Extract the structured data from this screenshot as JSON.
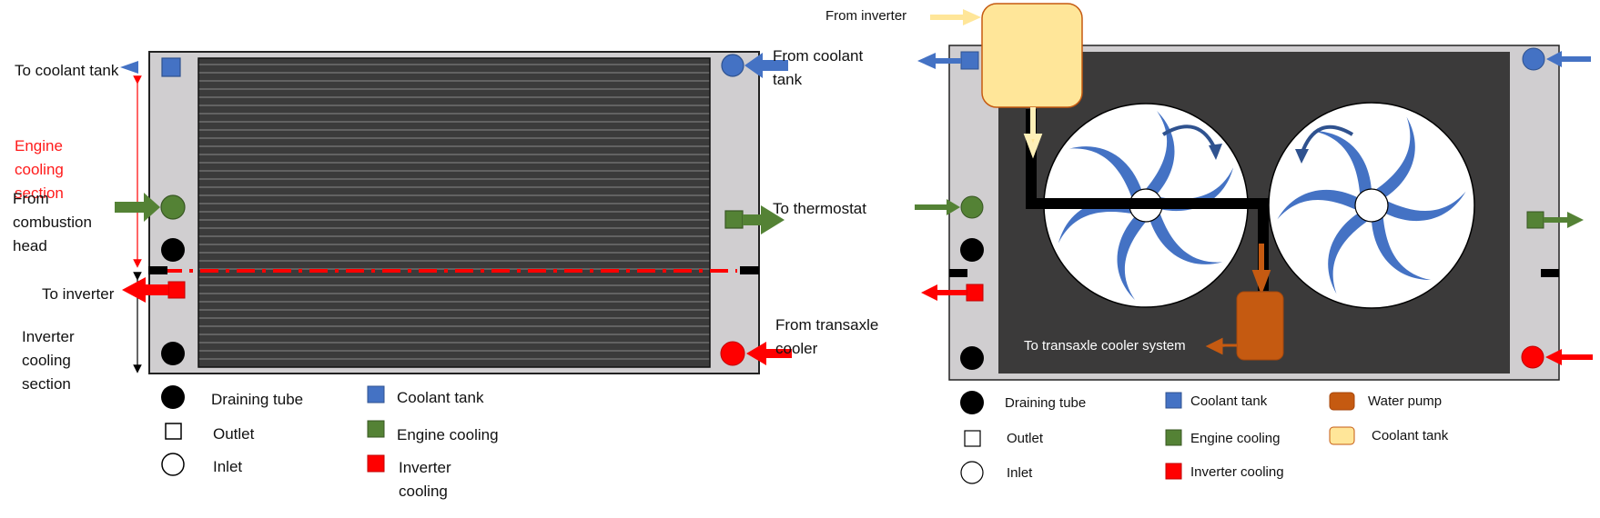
{
  "colors": {
    "coolant_tank_blue": "#4472c4",
    "engine_green": "#548235",
    "inverter_red": "#ff0000",
    "water_pump_orange": "#c55a11",
    "reservoir_yellow": "#ffe699",
    "core_dark": "#3a3a3a",
    "frame_gray": "#d0ced0"
  },
  "left_diagram": {
    "to_coolant_tank": "To coolant tank",
    "engine_cooling_section": "Engine cooling section",
    "from_combustion_head": "From combustion head",
    "to_inverter": "To inverter",
    "inverter_cooling_section": "Inverter cooling section",
    "from_coolant_tank": "From coolant tank",
    "to_thermostat": "To thermostat",
    "from_transaxle_cooler": "From transaxle cooler"
  },
  "left_legend": {
    "draining_tube": "Draining tube",
    "outlet": "Outlet",
    "inlet": "Inlet",
    "coolant_tank": "Coolant tank",
    "engine_cooling": "Engine cooling",
    "inverter_cooling": "Inverter cooling"
  },
  "right_diagram": {
    "from_inverter": "From inverter",
    "to_transaxle_cooler_system": "To transaxle cooler system"
  },
  "right_legend": {
    "draining_tube": "Draining tube",
    "outlet": "Outlet",
    "inlet": "Inlet",
    "coolant_tank": "Coolant tank",
    "engine_cooling": "Engine cooling",
    "inverter_cooling": "Inverter cooling",
    "water_pump": "Water pump",
    "reservoir_coolant_tank": "Coolant tank"
  }
}
